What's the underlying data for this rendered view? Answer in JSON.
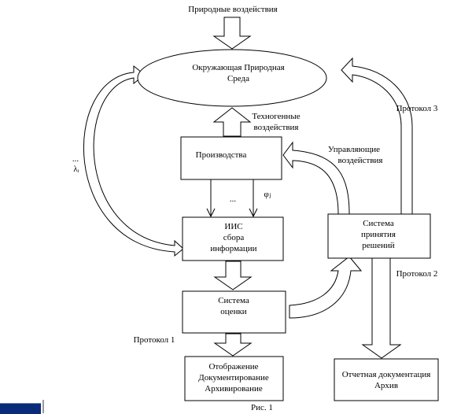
{
  "labels": {
    "natural_impacts": "Природные воздействия",
    "environment_line1": "Окружающая Природная",
    "environment_line2": "Среда",
    "technogenic_line1": "Техногенные",
    "technogenic_line2": "воздействия",
    "production": "Производства",
    "control_line1": "Управляющие",
    "control_line2": "воздействия",
    "protocol3": "Протокол 3",
    "dots_left": "...",
    "lambda": "λᵢ",
    "dots_middle": "...",
    "phi": "φⱼ",
    "iis_line1": "ИИС",
    "iis_line2": "сбора",
    "iis_line3": "информации",
    "decision_line1": "Система",
    "decision_line2": "принятия",
    "decision_line3": "решений",
    "protocol2": "Протокол 2",
    "assessment_line1": "Система",
    "assessment_line2": "оценки",
    "protocol1": "Протокол 1",
    "display_line1": "Отображение",
    "display_line2": "Документирование",
    "display_line3": "Архивирование",
    "report_line1": "Отчетная документация",
    "report_line2": "Архив",
    "caption": "Рис. 1"
  }
}
